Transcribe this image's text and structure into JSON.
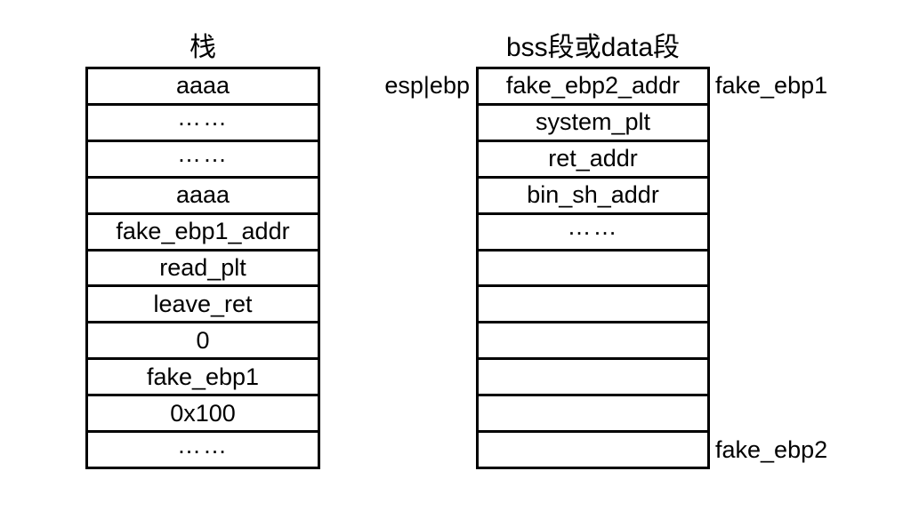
{
  "colors": {
    "background": "#ffffff",
    "border": "#000000",
    "text": "#000000"
  },
  "stack_table": {
    "title": "栈",
    "rows": [
      "aaaa",
      "……",
      "……",
      "aaaa",
      "fake_ebp1_addr",
      "read_plt",
      "leave_ret",
      "0",
      "fake_ebp1",
      "0x100",
      "……"
    ]
  },
  "bss_table": {
    "title": "bss段或data段",
    "rows": [
      "fake_ebp2_addr",
      "system_plt",
      "ret_addr",
      "bin_sh_addr",
      "……",
      "",
      "",
      "",
      "",
      "",
      ""
    ]
  },
  "labels": {
    "esp_ebp": "esp|ebp",
    "fake_ebp1": "fake_ebp1",
    "fake_ebp2": "fake_ebp2"
  }
}
